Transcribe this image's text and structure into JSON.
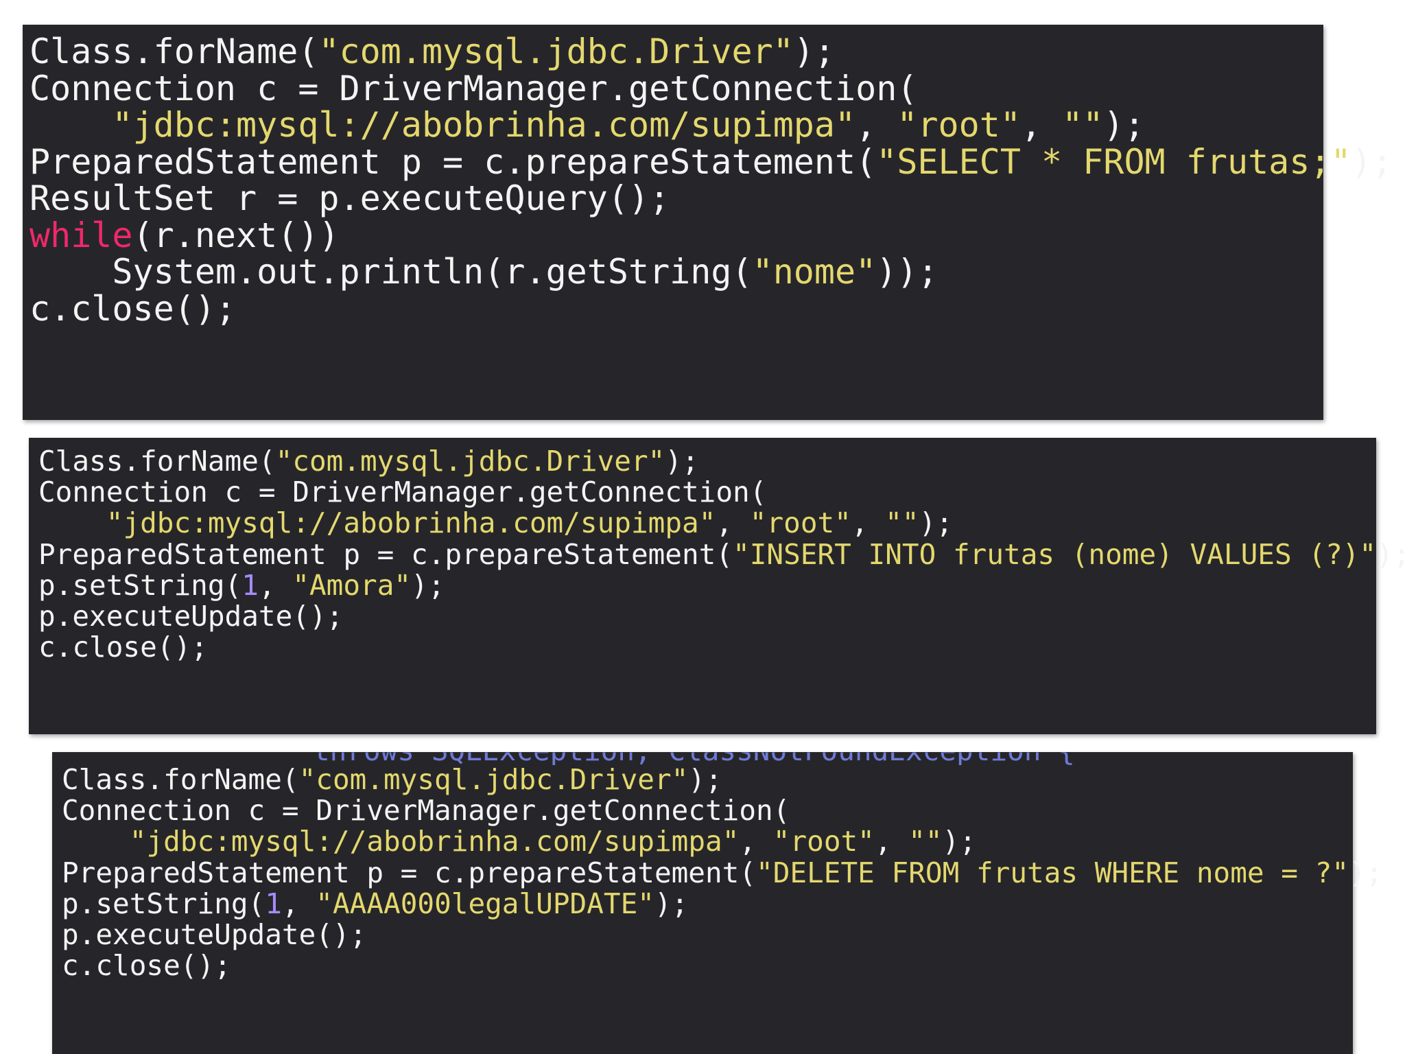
{
  "panels": [
    {
      "lines": [
        [
          {
            "t": "plain",
            "v": "Class.forName("
          },
          {
            "t": "str",
            "v": "\"com.mysql.jdbc.Driver\""
          },
          {
            "t": "plain",
            "v": ");"
          }
        ],
        [
          {
            "t": "plain",
            "v": "Connection c = DriverManager.getConnection("
          }
        ],
        [
          {
            "t": "plain",
            "v": "    "
          },
          {
            "t": "str",
            "v": "\"jdbc:mysql://abobrinha.com/supimpa\""
          },
          {
            "t": "plain",
            "v": ", "
          },
          {
            "t": "str",
            "v": "\"root\""
          },
          {
            "t": "plain",
            "v": ", "
          },
          {
            "t": "str",
            "v": "\"\""
          },
          {
            "t": "plain",
            "v": ");"
          }
        ],
        [
          {
            "t": "plain",
            "v": "PreparedStatement p = c.prepareStatement("
          },
          {
            "t": "str",
            "v": "\"SELECT * FROM frutas;\""
          },
          {
            "t": "plain",
            "v": ");"
          }
        ],
        [
          {
            "t": "plain",
            "v": "ResultSet r = p.executeQuery();"
          }
        ],
        [
          {
            "t": "kw",
            "v": "while"
          },
          {
            "t": "plain",
            "v": "(r.next())"
          }
        ],
        [
          {
            "t": "plain",
            "v": "    System.out.println(r.getString("
          },
          {
            "t": "str",
            "v": "\"nome\""
          },
          {
            "t": "plain",
            "v": "));"
          }
        ],
        [
          {
            "t": "plain",
            "v": "c.close();"
          }
        ]
      ]
    },
    {
      "lines": [
        [
          {
            "t": "plain",
            "v": "Class.forName("
          },
          {
            "t": "str",
            "v": "\"com.mysql.jdbc.Driver\""
          },
          {
            "t": "plain",
            "v": ");"
          }
        ],
        [
          {
            "t": "plain",
            "v": "Connection c = DriverManager.getConnection("
          }
        ],
        [
          {
            "t": "plain",
            "v": "    "
          },
          {
            "t": "str",
            "v": "\"jdbc:mysql://abobrinha.com/supimpa\""
          },
          {
            "t": "plain",
            "v": ", "
          },
          {
            "t": "str",
            "v": "\"root\""
          },
          {
            "t": "plain",
            "v": ", "
          },
          {
            "t": "str",
            "v": "\"\""
          },
          {
            "t": "plain",
            "v": ");"
          }
        ],
        [
          {
            "t": "plain",
            "v": "PreparedStatement p = c.prepareStatement("
          },
          {
            "t": "str",
            "v": "\"INSERT INTO frutas (nome) VALUES (?)\""
          },
          {
            "t": "plain",
            "v": ");"
          }
        ],
        [
          {
            "t": "plain",
            "v": "p.setString("
          },
          {
            "t": "num",
            "v": "1"
          },
          {
            "t": "plain",
            "v": ", "
          },
          {
            "t": "str",
            "v": "\"Amora\""
          },
          {
            "t": "plain",
            "v": ");"
          }
        ],
        [
          {
            "t": "plain",
            "v": "p.executeUpdate();"
          }
        ],
        [
          {
            "t": "plain",
            "v": "c.close();"
          }
        ]
      ]
    },
    {
      "ghost_text": "throws SQLException, ClassNotFoundException {",
      "lines": [
        [
          {
            "t": "plain",
            "v": "Class.forName("
          },
          {
            "t": "str",
            "v": "\"com.mysql.jdbc.Driver\""
          },
          {
            "t": "plain",
            "v": ");"
          }
        ],
        [
          {
            "t": "plain",
            "v": "Connection c = DriverManager.getConnection("
          }
        ],
        [
          {
            "t": "plain",
            "v": "    "
          },
          {
            "t": "str",
            "v": "\"jdbc:mysql://abobrinha.com/supimpa\""
          },
          {
            "t": "plain",
            "v": ", "
          },
          {
            "t": "str",
            "v": "\"root\""
          },
          {
            "t": "plain",
            "v": ", "
          },
          {
            "t": "str",
            "v": "\"\""
          },
          {
            "t": "plain",
            "v": ");"
          }
        ],
        [
          {
            "t": "plain",
            "v": "PreparedStatement p = c.prepareStatement("
          },
          {
            "t": "str",
            "v": "\"DELETE FROM frutas WHERE nome = ?\""
          },
          {
            "t": "plain",
            "v": ");"
          }
        ],
        [
          {
            "t": "plain",
            "v": "p.setString("
          },
          {
            "t": "num",
            "v": "1"
          },
          {
            "t": "plain",
            "v": ", "
          },
          {
            "t": "str",
            "v": "\"AAAA000legalUPDATE\""
          },
          {
            "t": "plain",
            "v": ");"
          }
        ],
        [
          {
            "t": "plain",
            "v": "p.executeUpdate();"
          }
        ],
        [
          {
            "t": "plain",
            "v": "c.close();"
          }
        ]
      ]
    }
  ],
  "colors": {
    "background": "#26262a",
    "plain": "#f4f4f4",
    "string": "#e4d86e",
    "keyword": "#f0286a",
    "number": "#a78bfa"
  }
}
